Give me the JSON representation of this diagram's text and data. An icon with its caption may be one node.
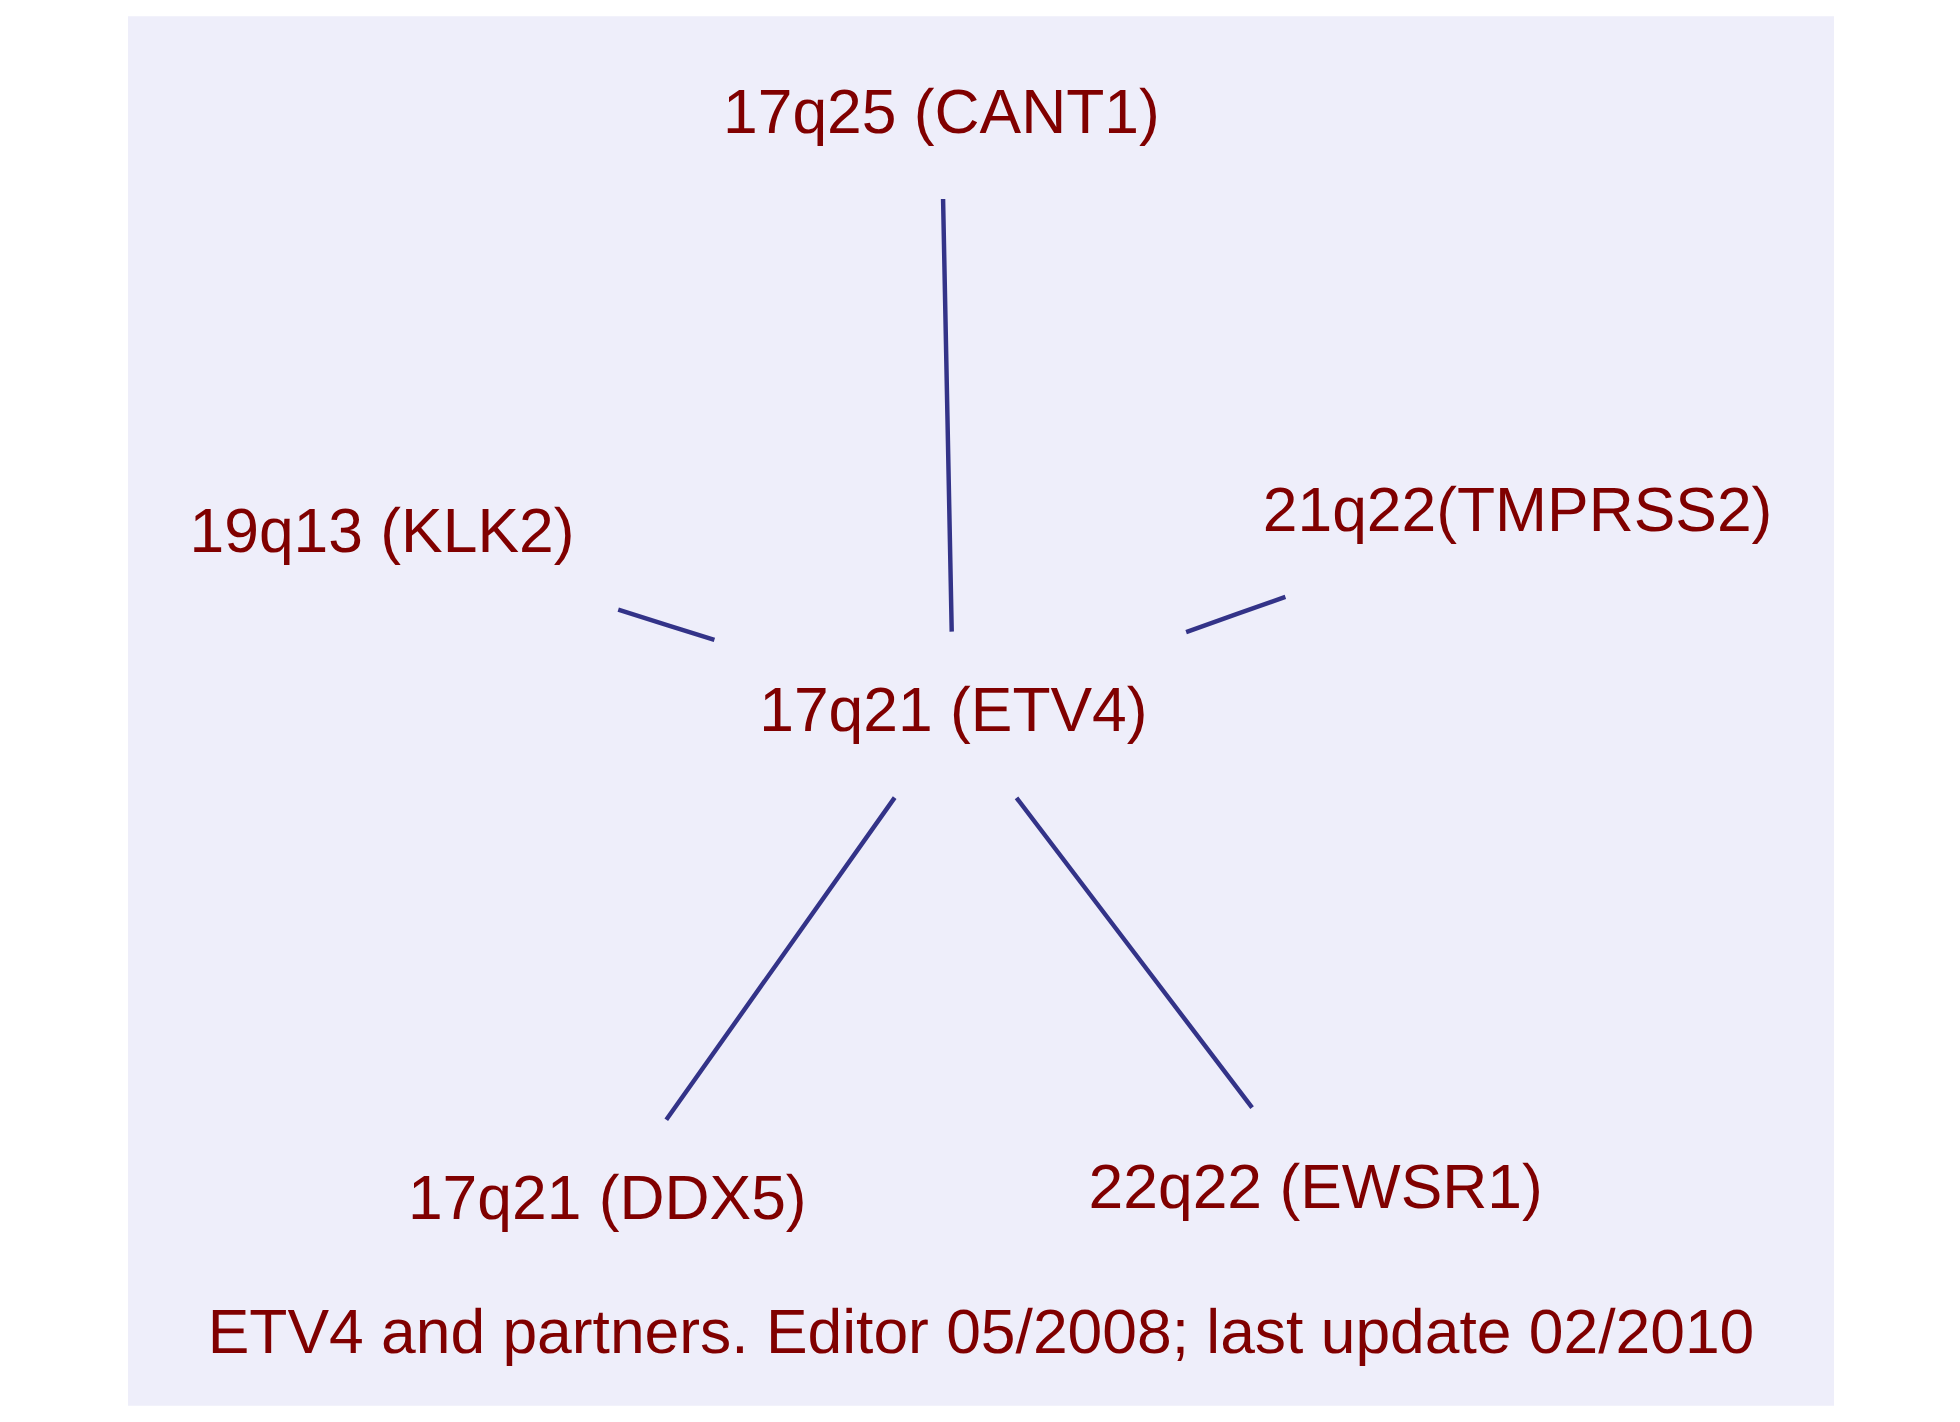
{
  "diagram": {
    "caption": "ETV4 and partners. Editor 05/2008; last update 02/2010",
    "nodes": [
      {
        "text": [
          "17q21 (DDX5)"
        ]
      },
      {
        "text": [
          "22q22 (EWSR1)"
        ]
      },
      {
        "text": [
          "17q21 (ETV4)"
        ]
      },
      {
        "text": [
          "17q25 (CANT1)"
        ]
      },
      {
        "text": [
          "21q22(TMPRSS2)"
        ]
      },
      {
        "text": [
          "19q13 (KLK2)"
        ]
      }
    ],
    "edges": [
      {
        "from": 2,
        "to": 0,
        "arrow": "none"
      },
      {
        "from": 2,
        "to": 1,
        "arrow": "none"
      },
      {
        "from": 2,
        "to": 3,
        "arrow": "none"
      },
      {
        "from": 2,
        "to": 4,
        "arrow": "none"
      },
      {
        "from": 2,
        "to": 5,
        "arrow": "none"
      }
    ]
  }
}
